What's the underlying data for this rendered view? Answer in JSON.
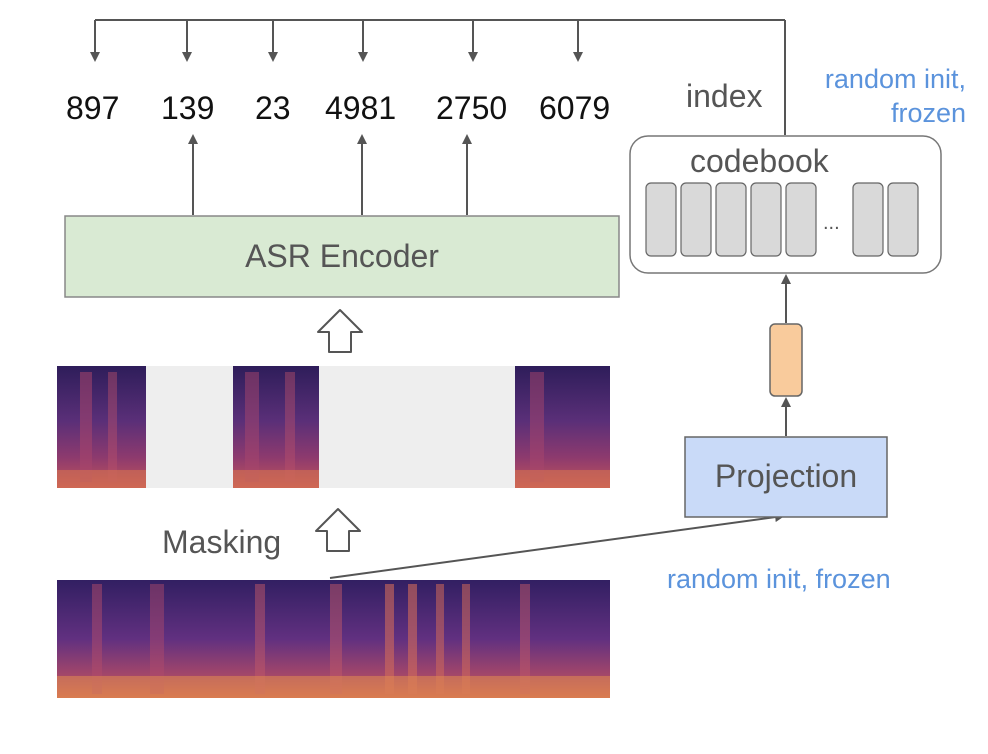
{
  "tokens": [
    "897",
    "139",
    "23",
    "4981",
    "2750",
    "6079"
  ],
  "labels": {
    "index": "index",
    "codebook": "codebook",
    "ellipsis": "...",
    "asr_encoder": "ASR Encoder",
    "projection": "Projection",
    "masking": "Masking",
    "random_init_top_line1": "random init,",
    "random_init_top_line2": "frozen",
    "random_init_bottom": "random init, frozen"
  },
  "colors": {
    "encoder_fill": "#d9ead3",
    "projection_fill": "#c9daf8",
    "vector_fill": "#f9cb9c",
    "codebook_entry_fill": "#d9d9d9",
    "mask_fill": "#eeeeee",
    "annotation_blue": "#5b93dc",
    "arrow_gray": "#555555"
  }
}
